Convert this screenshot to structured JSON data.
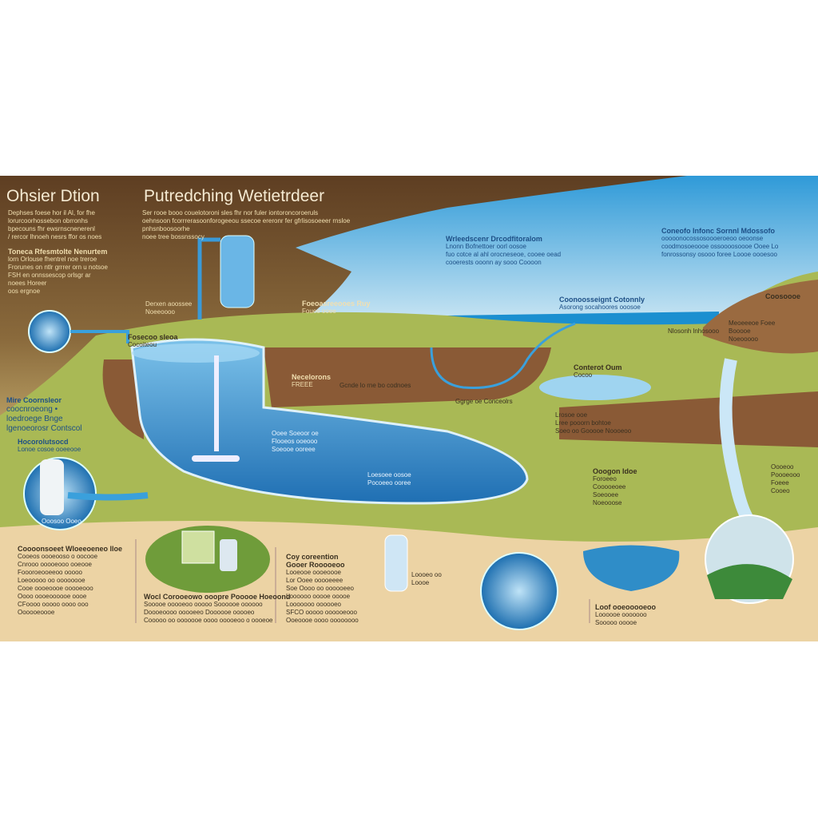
{
  "titles": {
    "left": "Ohsier Dtion",
    "center": "Putredching Wetietrdeer"
  },
  "left_intro": [
    "Dephses foese hor il Al, for fhe",
    "lorurcoorhossebon obrronhs",
    "bpecouns fhr ewsrnscnenerenl",
    "/ rercor lhnoeh nesrs ffor os noes"
  ],
  "left_sub": {
    "heading": "Toneca Rfesmtolte Nenurtem",
    "lines": [
      "lorn Orlouse fhentrel noe treroe",
      "Frorunes on ntlr grrrer orn u notsoe",
      "FSH en onnssescop orlsgr ar",
      "noees Horeer",
      "oos ergnoe"
    ]
  },
  "center_intro": [
    "Ser rooe booo couelotoroni sles fhr nor fuler iontoroncoroeruls",
    "oehnsoon fcorrrerasoonforogeeou ssecoe ereronr fer gfrlisosoeeer rnsloe",
    "pnhsnboosoorhe",
    "noee tree bossnssocy"
  ],
  "labels": {
    "tank_label": [
      "Derxen aoossee",
      "Noeeoooo"
    ],
    "hill_label": [
      "Foeoasreeooes Ruy",
      "Fouee ooee"
    ],
    "reservoir_top": [
      "Fosecoo sleoa",
      "Cocoiteou"
    ],
    "reservoir_mid": [
      "Necelorons",
      "FREEE"
    ],
    "ground_label": "Gcnde lo rne bo codnoes",
    "outflow_label": [
      "Loesoee oosoe",
      "Pocoeeo ooree"
    ],
    "pipe_labels": [
      "Ooee Soeoor oe",
      "Flooeos ooeooo",
      "Soeooe ooreee"
    ],
    "sky_left": {
      "heading": "Wrleedscenr Drcodfitoralom",
      "lines": [
        "Lnonn Bofnettoer oorl oosoe",
        "fuo cotce al ahl orocneseoe, cooee oead",
        "cooerests ooonn ay sooo Coooon"
      ]
    },
    "coast": {
      "heading": "Coonoosseignt Cotonnly",
      "lines": [
        "Asorong socahoores ooosoe"
      ]
    },
    "sky_right": {
      "heading": "Coneofo Infonc Sornnl Mdossofo",
      "lines": [
        "ooooonocossosoooeroeoo oeoonse",
        "coodmosoeoooe ossoooosoooe Ooee Lo",
        "fonrossonsy osooo foree Loooe oooesoo"
      ]
    },
    "cliff": [
      "Coosoooe",
      "Meoeeeoe Foee",
      "Booooe",
      "Noeooooo"
    ],
    "hill_mid": "Nlosonh lnhosooo",
    "pond": [
      "Conterot Oum",
      "Cocoo"
    ],
    "gorge": "Ggrge oe Conceolrs",
    "right_mid": [
      "Lrosoe ooe",
      "Lree pooorn bohtoe",
      "Soeo oo Gooooe Noooeoo"
    ],
    "right_low": {
      "heading": "Ooogon Idoe",
      "lines": [
        "Foroeeo",
        "Cooooeoee",
        "Soeooee",
        "Noeooose"
      ]
    },
    "far_right": [
      "Oooeoo",
      "Poooeooo",
      "Foeee",
      "Cooeo"
    ],
    "left_mid": {
      "heading": "Mire Coornsleor",
      "lines": [
        "coocnroeong •",
        "loedroege Bnge",
        "lgenoeorosr Contscol"
      ]
    },
    "left_filter": {
      "heading": "Hocorolutsocd",
      "lines": [
        "Lonoe cosoe ooeeooe"
      ],
      "badge": "Ooosoo Ooeo"
    },
    "left_bottom": {
      "heading": "Coooonsoeet Wloeeoeneo lloe",
      "lines": [
        "Cooeos oooeooso o oocooe",
        "Cnrooo ooooeooo ooeooe",
        "Foooroeooeeoo ooooo",
        "Loeooooo oo oooooooe",
        "Cooe oooeoooe ooooeooo",
        "Oooo oooeoooooe oooe",
        "CFoooo ooooo oooo ooo",
        "Oooooeoooe"
      ]
    },
    "center_bottom": {
      "heading": "Wocl Corooeowo ooopre Pooooe Hoeoond",
      "lines": [
        "Sooooe ooooeoo ooooo   Soooooe oooooo",
        "Doooeoooo ooooeeo   Doooooe ooooeo",
        "Cooooo oo ooooooe oooo ooooeoo o oooeoe"
      ]
    },
    "copy_block": {
      "heading": "Coy coreention",
      "sub": "Gooer Rooooeoo",
      "lines": [
        "Looeooe oooeoooe",
        "Lor Ooee ooooeeee",
        "Soe Oooo oo oooooeeo",
        "Loooooo ooooe ooooe",
        "Looooooo oooooeo",
        "SFCO ooooo oooooeooo",
        "Ooeoooe oooo oooooooo"
      ]
    },
    "funnel_label": [
      "Loooeo oo",
      "Loooe"
    ],
    "bottom_right": [
      "Loof ooeooooeoo",
      "Loooooe ooooooo",
      "Sooooo ooooe"
    ]
  },
  "colors": {
    "sky": "#4aa8dc",
    "water": "#2d86c6",
    "soil": "#8a5a36",
    "grass": "#a9b955",
    "sand": "#ecd3a4",
    "brown_bg": "#6b4a2a"
  }
}
